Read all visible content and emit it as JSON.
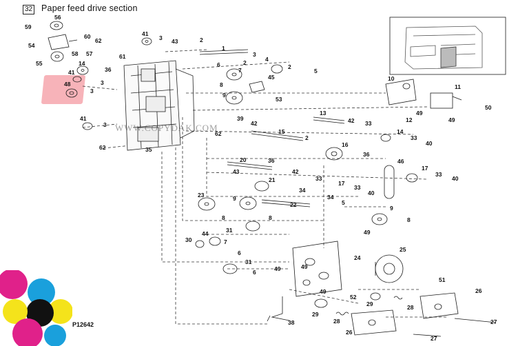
{
  "section": {
    "number": "32",
    "title": "Paper feed drive section"
  },
  "image_code": "P12642",
  "watermark": "WWW.COPYDAK.COM",
  "colors": {
    "line": "#1a1a1a",
    "highlight": "#f6a6ad",
    "brand_cyan": "#1aa0dc",
    "brand_magenta": "#e0218a",
    "brand_yellow": "#f4e31b",
    "brand_black": "#111111"
  },
  "callouts": [
    {
      "id": "c56a",
      "label": "56"
    },
    {
      "id": "c59",
      "label": "59"
    },
    {
      "id": "c54",
      "label": "54"
    },
    {
      "id": "c60",
      "label": "60"
    },
    {
      "id": "c57",
      "label": "57"
    },
    {
      "id": "c58",
      "label": "58"
    },
    {
      "id": "c55",
      "label": "55"
    },
    {
      "id": "c62a",
      "label": "62"
    },
    {
      "id": "c41a",
      "label": "41"
    },
    {
      "id": "c3a",
      "label": "3"
    },
    {
      "id": "c43a",
      "label": "43"
    },
    {
      "id": "c61",
      "label": "61"
    },
    {
      "id": "c2a",
      "label": "2"
    },
    {
      "id": "c1",
      "label": "1"
    },
    {
      "id": "c2b",
      "label": "2"
    },
    {
      "id": "c3b",
      "label": "3"
    },
    {
      "id": "c4",
      "label": "4"
    },
    {
      "id": "c2c",
      "label": "2"
    },
    {
      "id": "c5a",
      "label": "5"
    },
    {
      "id": "c6a",
      "label": "6"
    },
    {
      "id": "c7",
      "label": "7"
    },
    {
      "id": "c45",
      "label": "45"
    },
    {
      "id": "c8a",
      "label": "8"
    },
    {
      "id": "c9a",
      "label": "9"
    },
    {
      "id": "c14a",
      "label": "14"
    },
    {
      "id": "c41b",
      "label": "41"
    },
    {
      "id": "c36a",
      "label": "36"
    },
    {
      "id": "c3c",
      "label": "3"
    },
    {
      "id": "c48",
      "label": "48"
    },
    {
      "id": "c3d",
      "label": "3"
    },
    {
      "id": "c53",
      "label": "53"
    },
    {
      "id": "c10",
      "label": "10"
    },
    {
      "id": "c11",
      "label": "11"
    },
    {
      "id": "c49a",
      "label": "49"
    },
    {
      "id": "c12",
      "label": "12"
    },
    {
      "id": "c49b",
      "label": "49"
    },
    {
      "id": "c50",
      "label": "50"
    },
    {
      "id": "c13",
      "label": "13"
    },
    {
      "id": "c42a",
      "label": "42"
    },
    {
      "id": "c33a",
      "label": "33"
    },
    {
      "id": "c39",
      "label": "39"
    },
    {
      "id": "c41c",
      "label": "41"
    },
    {
      "id": "c3e",
      "label": "3"
    },
    {
      "id": "c42b",
      "label": "42"
    },
    {
      "id": "c62b",
      "label": "62"
    },
    {
      "id": "c15",
      "label": "15"
    },
    {
      "id": "c14b",
      "label": "14"
    },
    {
      "id": "c33b",
      "label": "33"
    },
    {
      "id": "c40a",
      "label": "40"
    },
    {
      "id": "c2d",
      "label": "2"
    },
    {
      "id": "c16",
      "label": "16"
    },
    {
      "id": "c62c",
      "label": "62"
    },
    {
      "id": "c35",
      "label": "35"
    },
    {
      "id": "c36b",
      "label": "36"
    },
    {
      "id": "c20",
      "label": "20"
    },
    {
      "id": "c36c",
      "label": "36"
    },
    {
      "id": "c46",
      "label": "46"
    },
    {
      "id": "c17a",
      "label": "17"
    },
    {
      "id": "c43b",
      "label": "43"
    },
    {
      "id": "c42c",
      "label": "42"
    },
    {
      "id": "c33c",
      "label": "33"
    },
    {
      "id": "c40b",
      "label": "40"
    },
    {
      "id": "c21",
      "label": "21"
    },
    {
      "id": "c33d",
      "label": "33"
    },
    {
      "id": "c17b",
      "label": "17"
    },
    {
      "id": "c33e",
      "label": "33"
    },
    {
      "id": "c34a",
      "label": "34"
    },
    {
      "id": "c40c",
      "label": "40"
    },
    {
      "id": "c23",
      "label": "23"
    },
    {
      "id": "c9b",
      "label": "9"
    },
    {
      "id": "c34b",
      "label": "34"
    },
    {
      "id": "c5b",
      "label": "5"
    },
    {
      "id": "c22",
      "label": "22"
    },
    {
      "id": "c9c",
      "label": "9"
    },
    {
      "id": "c8b",
      "label": "8"
    },
    {
      "id": "c8c",
      "label": "8"
    },
    {
      "id": "c8d",
      "label": "8"
    },
    {
      "id": "c31a",
      "label": "31"
    },
    {
      "id": "c49c",
      "label": "49"
    },
    {
      "id": "c44",
      "label": "44"
    },
    {
      "id": "c30",
      "label": "30"
    },
    {
      "id": "c7b",
      "label": "7"
    },
    {
      "id": "c6b",
      "label": "6"
    },
    {
      "id": "c24",
      "label": "24"
    },
    {
      "id": "c25",
      "label": "25"
    },
    {
      "id": "c31b",
      "label": "31"
    },
    {
      "id": "c6c",
      "label": "6"
    },
    {
      "id": "c49d",
      "label": "49"
    },
    {
      "id": "c49e",
      "label": "49"
    },
    {
      "id": "c51",
      "label": "51"
    },
    {
      "id": "c49f",
      "label": "49"
    },
    {
      "id": "c52",
      "label": "52"
    },
    {
      "id": "c26a",
      "label": "26"
    },
    {
      "id": "c29",
      "label": "29"
    },
    {
      "id": "c28a",
      "label": "28"
    },
    {
      "id": "c29b",
      "label": "29"
    },
    {
      "id": "c28b",
      "label": "28"
    },
    {
      "id": "c38",
      "label": "38"
    },
    {
      "id": "c26b",
      "label": "26"
    },
    {
      "id": "c27a",
      "label": "27"
    },
    {
      "id": "c27b",
      "label": "27"
    }
  ]
}
